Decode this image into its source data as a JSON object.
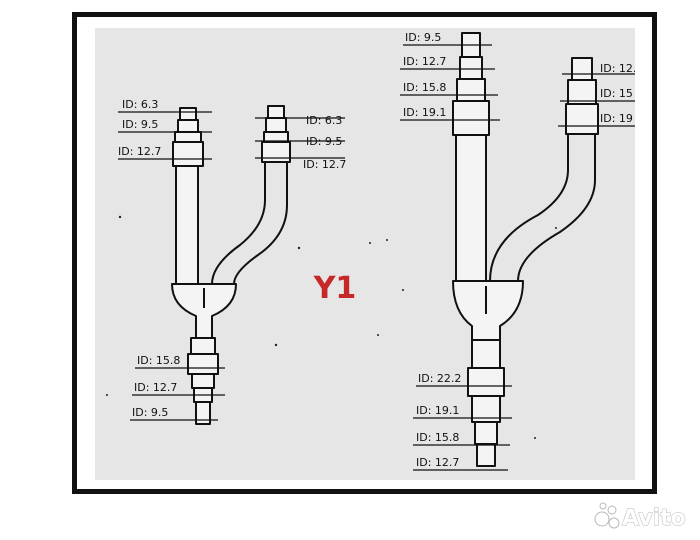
{
  "center_label": "Y1",
  "watermark": "Avito",
  "colors": {
    "label_red": "#c62828",
    "frame": "#111111",
    "panel": "#e6e6e6"
  },
  "icons": {
    "watermark_logo": "avito-logo-icon"
  },
  "small_branch": {
    "inlet_1": [
      "ID: 6.3",
      "ID: 9.5",
      "ID: 12.7"
    ],
    "inlet_2": [
      "ID: 6.3",
      "ID: 9.5",
      "ID: 12.7"
    ],
    "outlet": [
      "ID: 15.8",
      "ID: 12.7",
      "ID: 9.5"
    ]
  },
  "large_branch": {
    "inlet_1": [
      "ID: 9.5",
      "ID: 12.7",
      "ID: 15.8",
      "ID: 19.1"
    ],
    "inlet_2": [
      "ID: 12.",
      "ID: 15",
      "ID: 19"
    ],
    "outlet": [
      "ID: 22.2",
      "ID: 19.1",
      "ID: 15.8",
      "ID: 12.7"
    ]
  }
}
